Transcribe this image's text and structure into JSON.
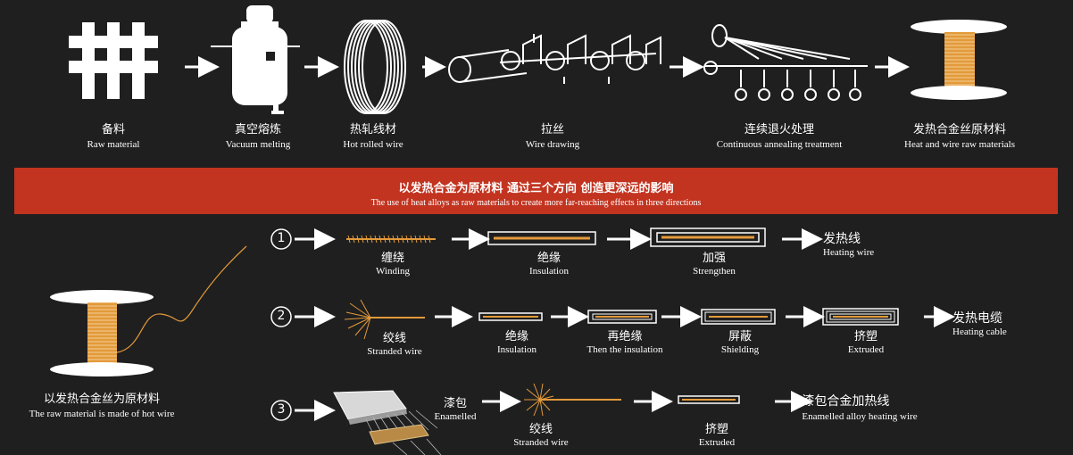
{
  "top_steps": [
    {
      "cn": "备料",
      "en": "Raw material"
    },
    {
      "cn": "真空熔炼",
      "en": "Vacuum melting"
    },
    {
      "cn": "热轧线材",
      "en": "Hot rolled wire"
    },
    {
      "cn": "拉丝",
      "en": "Wire drawing"
    },
    {
      "cn": "连续退火处理",
      "en": "Continuous annealing treatment"
    },
    {
      "cn": "发热合金丝原材料",
      "en": "Heat and wire raw materials"
    }
  ],
  "banner": {
    "cn": "以发热合金为原材料     通过三个方向  创造更深远的影响",
    "en": "The use of heat alloys as raw materials to create more far-reaching effects in three directions"
  },
  "source": {
    "cn": "以发热合金丝为原材料",
    "en": "The raw material is made of hot wire"
  },
  "route1": {
    "num": "1",
    "steps": [
      {
        "cn": "缠绕",
        "en": "Winding"
      },
      {
        "cn": "绝缘",
        "en": "Insulation"
      },
      {
        "cn": "加强",
        "en": "Strengthen"
      }
    ],
    "result": {
      "cn": "发热线",
      "en": "Heating wire"
    }
  },
  "route2": {
    "num": "2",
    "steps": [
      {
        "cn": "绞线",
        "en": "Stranded wire"
      },
      {
        "cn": "绝缘",
        "en": "Insulation"
      },
      {
        "cn": "再绝缘",
        "en": "Then the insulation"
      },
      {
        "cn": "屏蔽",
        "en": "Shielding"
      },
      {
        "cn": "挤塑",
        "en": "Extruded"
      }
    ],
    "result": {
      "cn": "发热电缆",
      "en": "Heating cable"
    }
  },
  "route3": {
    "num": "3",
    "steps": [
      {
        "cn": "漆包",
        "en": "Enamelled"
      },
      {
        "cn": "绞线",
        "en": "Stranded wire"
      },
      {
        "cn": "挤塑",
        "en": "Extruded"
      }
    ],
    "result": {
      "cn": "漆包合金加热线",
      "en": "Enamelled alloy heating wire"
    }
  },
  "colors": {
    "background": "#1f1f1f",
    "banner": "#c23420",
    "wire": "#e39a3a",
    "icon": "#ffffff"
  }
}
